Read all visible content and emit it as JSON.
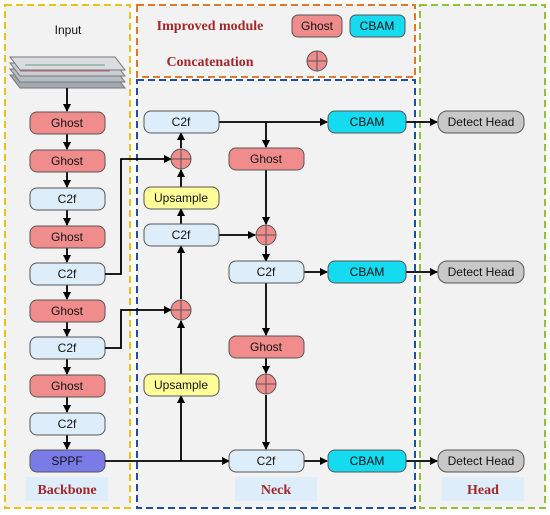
{
  "colors": {
    "ghost_fill": "#f08c8c",
    "c2f_fill": "#ddeefa",
    "cbam_fill": "#14dbf0",
    "upsample_fill": "#ffff99",
    "sppf_fill": "#7b7be8",
    "detect_fill": "#c8c8c8",
    "backbone_border": "#e6c21a",
    "neck_border": "#1f4f9e",
    "head_border": "#8fc23a",
    "legend_border": "#e07a2a",
    "title_text": "#a3272b"
  },
  "legend": {
    "improved_module": "Improved module",
    "ghost": "Ghost",
    "cbam": "CBAM",
    "concatenation": "Concatenation",
    "concat_icon": "circle-plus-icon"
  },
  "backbone": {
    "title": "Backbone",
    "input_label": "Input",
    "modules": [
      "Ghost",
      "Ghost",
      "C2f",
      "Ghost",
      "C2f",
      "Ghost",
      "C2f",
      "Ghost",
      "C2f",
      "SPPF"
    ]
  },
  "neck": {
    "title": "Neck",
    "c2f_top": "C2f",
    "upsample_top": "Upsample",
    "c2f_mid": "C2f",
    "upsample_bottom": "Upsample",
    "ghost_upper": "Ghost",
    "c2f_right_mid": "C2f",
    "ghost_lower": "Ghost",
    "c2f_bottom": "C2f",
    "cbam_1": "CBAM",
    "cbam_2": "CBAM",
    "cbam_3": "CBAM"
  },
  "head": {
    "title": "Head",
    "detect_1": "Detect Head",
    "detect_2": "Detect Head",
    "detect_3": "Detect Head"
  }
}
